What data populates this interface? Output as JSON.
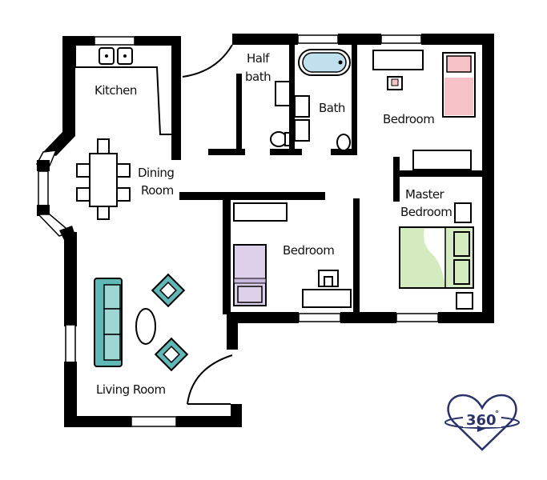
{
  "rooms": {
    "kitchen": "Kitchen",
    "dining_line1": "Dining",
    "dining_line2": "Room",
    "half_bath_line1": "Half",
    "half_bath_line2": "bath",
    "bath": "Bath",
    "bedroom_ne": "Bedroom",
    "bedroom_center": "Bedroom",
    "master_line1": "Master",
    "master_line2": "Bedroom",
    "living": "Living Room"
  },
  "logo": {
    "text": "360",
    "degree": "°",
    "color": "#2b3169"
  },
  "colors": {
    "tub": "#bfe0ec",
    "bed_pink": "#f6c1c7",
    "bed_purple": "#ddd0ea",
    "bed_green": "#d4ebbf",
    "sofa_teal": "#5fb8b5",
    "sofa_teal_light": "#9fd5d2"
  }
}
